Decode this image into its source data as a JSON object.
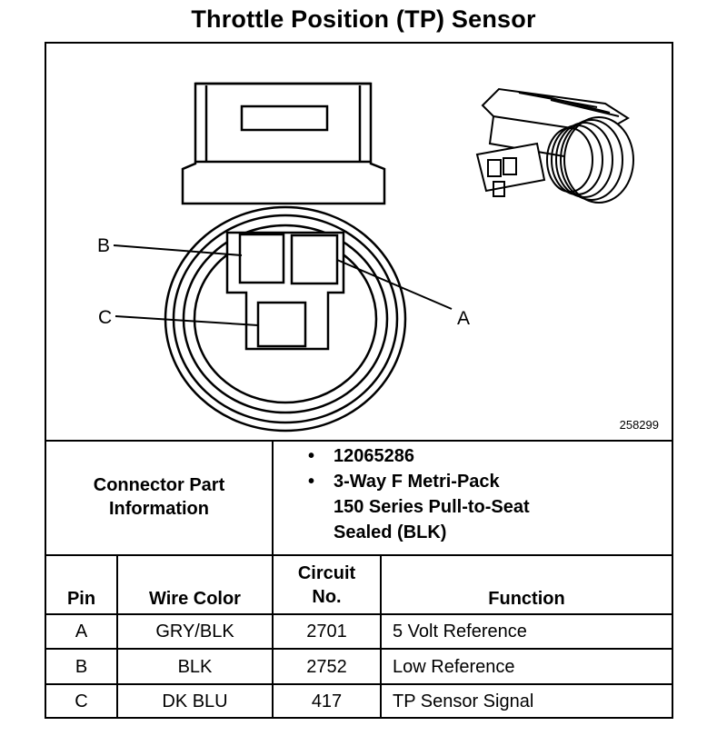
{
  "title": "Throttle Position (TP) Sensor",
  "figure": {
    "id": "258299",
    "callouts": {
      "a": "A",
      "b": "B",
      "c": "C"
    }
  },
  "connector": {
    "label": "Connector Part Information",
    "details": [
      "12065286",
      "3-Way F Metri-Pack\n150 Series Pull-to-Seat\nSealed (BLK)"
    ]
  },
  "table": {
    "headers": {
      "pin": "Pin",
      "wire_color": "Wire Color",
      "circuit": "Circuit\nNo.",
      "function": "Function"
    },
    "rows": [
      {
        "pin": "A",
        "wire_color": "GRY/BLK",
        "circuit": "2701",
        "function": "5 Volt Reference"
      },
      {
        "pin": "B",
        "wire_color": "BLK",
        "circuit": "2752",
        "function": "Low Reference"
      },
      {
        "pin": "C",
        "wire_color": "DK BLU",
        "circuit": "417",
        "function": "TP Sensor Signal"
      }
    ]
  }
}
